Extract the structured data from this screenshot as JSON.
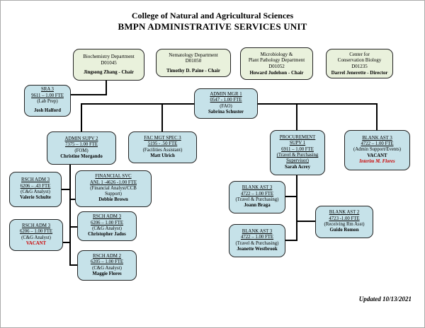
{
  "header": {
    "line1": "College of Natural and Agricultural Sciences",
    "line2": "BMPN ADMINISTRATIVE SERVICES UNIT"
  },
  "footer": {
    "updated": "Updated 10/13/2021"
  },
  "colors": {
    "dept_fill": "#e9f1dc",
    "staff_fill": "#c6e2e9",
    "alert_red": "#cc0000",
    "line": "#000000"
  },
  "departments": {
    "biochemistry": {
      "name_line1": "Biochemistry Department",
      "code": "D01045",
      "head": "Jingsong Zhang - Chair"
    },
    "nematology": {
      "name_line1": "Nematology Department",
      "code": "D01050",
      "head": "Timothy D. Paine - Chair"
    },
    "microbiology": {
      "name_line1": "Microbiology &",
      "name_line2": "Plant Pathology Department",
      "code": "D01052",
      "head": "Howard Judelson - Chair"
    },
    "conservation": {
      "name_line1": "Center for",
      "name_line2": "Conservation Biology",
      "code": "D01235",
      "head": "Darrel Jenerette - Director"
    }
  },
  "positions": {
    "sra3": {
      "title": "SRA 3",
      "fte": "9611 – 1.00 FTE",
      "role": "(Lab Prep)",
      "name": "Josh Halford"
    },
    "admin_mgr1": {
      "title": "ADMIN MGR 1",
      "fte": "0547 - 1.00 FTE",
      "role": "(FAO)",
      "name": "Sabrina Schuster"
    },
    "admin_supv2": {
      "title": "ADMIN SUPV 2",
      "fte": "7375 – 1.00 FTE",
      "role": "(FOM)",
      "name": "Christine Morgando"
    },
    "fac_mgt_spec3": {
      "title": "FAC MGT SPEC 3",
      "fte": "5195 - .50 FTE",
      "role": "(Facilities Assistant)",
      "name": "Matt Ulrich"
    },
    "procurement_supv1": {
      "title1": "PROCUREMENT",
      "title2": "SUPV 1",
      "fte": "6911 – 1.00 FTE",
      "role1": "(Travel & Purchasing",
      "role2": "Supervisor)",
      "name": "Sarah Acrey"
    },
    "blank_ast3_vacant": {
      "title": "BLANK AST 3",
      "fte": "4722 – 1.00 FTE",
      "role": "(Admin Support/Events)",
      "name": "VACANT",
      "note": "Interim M. Flores"
    },
    "rsch_adm3_schulte": {
      "title": "RSCH ADM 3",
      "fte": "6206 – .43 FTE",
      "role": "(C&G Analyst)",
      "name": "Valerie Schulte"
    },
    "rsch_adm3_vacant": {
      "title": "RSCH ADM 3",
      "fte": "6206 – 1.00 FTE",
      "role": "(C&G Analyst)",
      "name": "VACANT"
    },
    "financial_svc_anl1": {
      "title1": "FINANCIAL SVC",
      "title2": "ANL 1 -4626 -1.00 FTE",
      "role1": "(Financial Analyst/CCB",
      "role2": "Support)",
      "name": "Debbie Brown"
    },
    "rsch_adm3_jados": {
      "title": "RSCH ADM 3",
      "fte": "6206 – 1.00 FTE",
      "role": "(C&G Analyst)",
      "name": "Christopher Jados"
    },
    "rsch_adm2_flores": {
      "title": "RSCH ADM 2",
      "fte": "6205 – 1.00 FTE",
      "role": "(C&G Analyst)",
      "name": "Maggie Flores"
    },
    "blank_ast3_braga": {
      "title": "BLANK AST 3",
      "fte": "4722 – 1.00 FTE",
      "role": "(Travel & Purchasing)",
      "name": "Joann Braga"
    },
    "blank_ast3_westbrook": {
      "title": "BLANK AST 3",
      "fte": "4722 – 1.00 FTE",
      "role": "(Travel & Purchasing)",
      "name": "Jeanette Westbrook"
    },
    "blank_ast2_romon": {
      "title": "BLANK AST 2",
      "fte": "4723 -1.00 FTE",
      "role": "(Receiving Rm Asst)",
      "name": "Guido Romon"
    }
  }
}
